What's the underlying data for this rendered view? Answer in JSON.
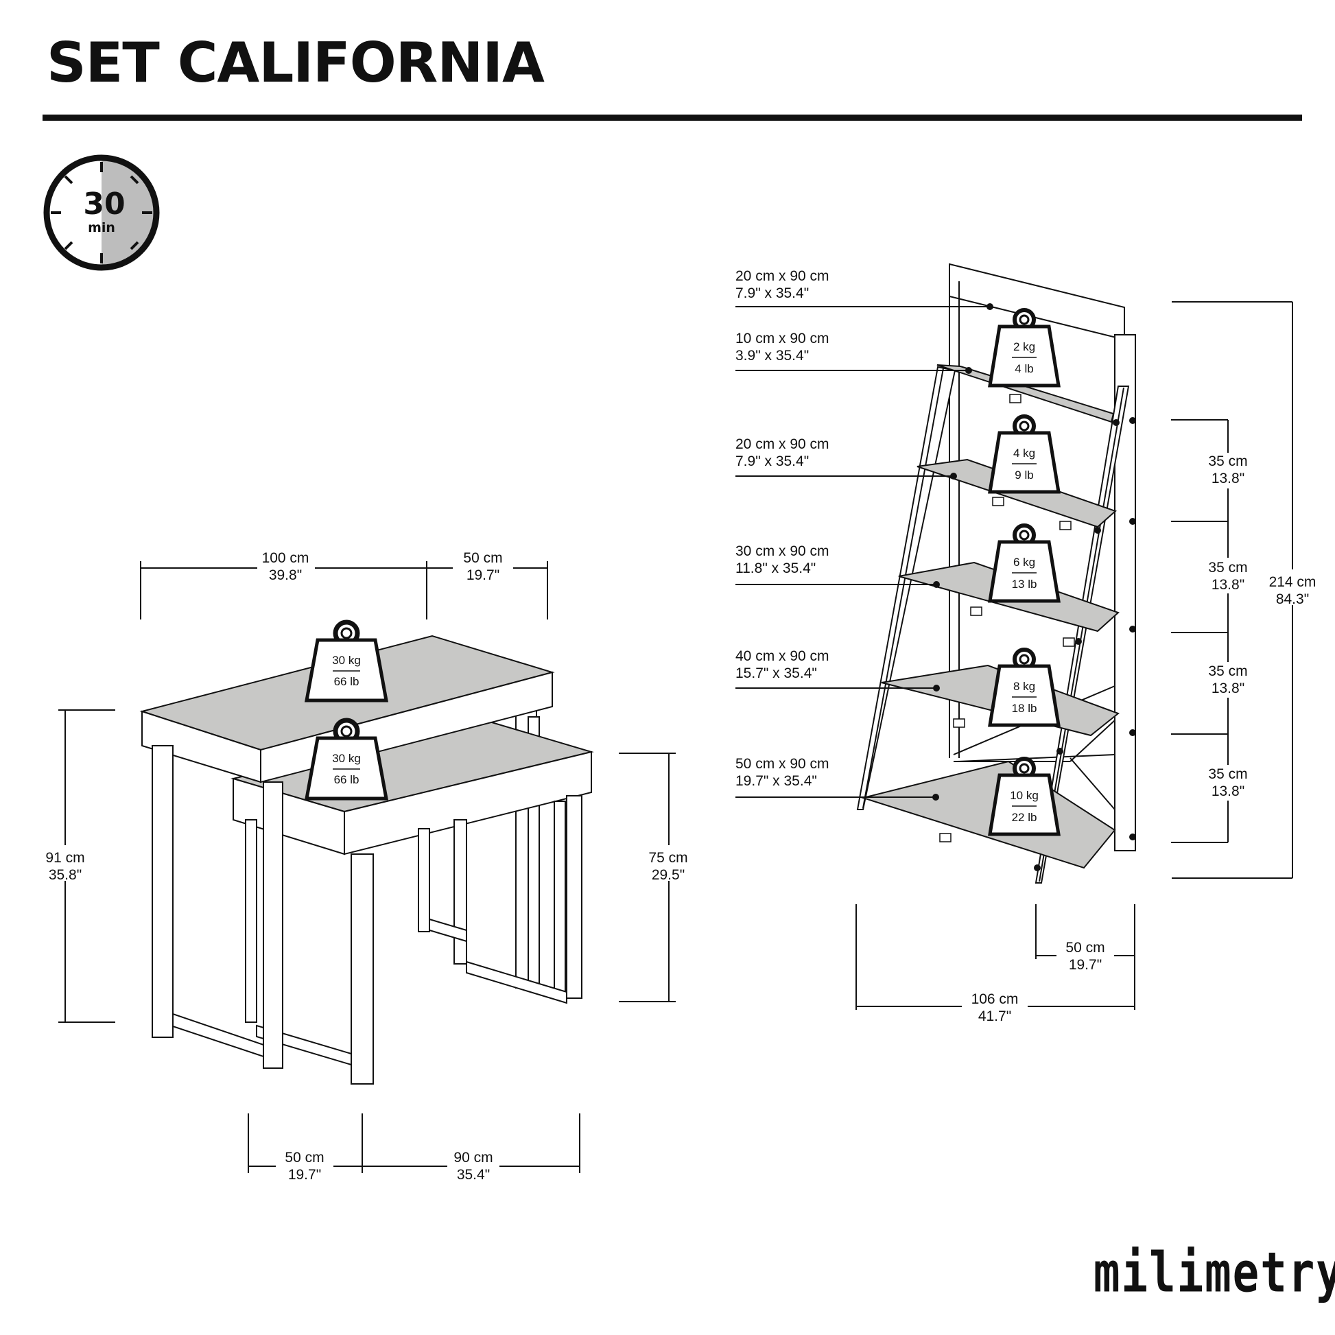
{
  "title": "SET CALIFORNIA",
  "brand": "milimetry",
  "timer": {
    "value": "30",
    "unit": "min",
    "elapsed_fraction": 0.5
  },
  "colors": {
    "ink": "#111111",
    "panel_fill": "#c8c8c6",
    "timer_fill": "#bdbdbd"
  },
  "desks": {
    "weights": [
      {
        "kg": "30 kg",
        "lb": "66 lb"
      },
      {
        "kg": "30 kg",
        "lb": "66 lb"
      }
    ],
    "dims": {
      "large_length": {
        "cm": "100 cm",
        "in": "39.8\""
      },
      "large_depth": {
        "cm": "50 cm",
        "in": "19.7\""
      },
      "large_height": {
        "cm": "91 cm",
        "in": "35.8\""
      },
      "small_height": {
        "cm": "75 cm",
        "in": "29.5\""
      },
      "small_depth": {
        "cm": "50 cm",
        "in": "19.7\""
      },
      "small_length": {
        "cm": "90 cm",
        "in": "35.4\""
      }
    }
  },
  "shelf": {
    "panels": [
      {
        "cm": "20 cm x 90 cm",
        "in": "7.9\" x 35.4\""
      },
      {
        "cm": "10 cm x 90 cm",
        "in": "3.9\" x 35.4\""
      },
      {
        "cm": "20 cm x 90 cm",
        "in": "7.9\" x 35.4\""
      },
      {
        "cm": "30 cm x 90 cm",
        "in": "11.8\" x 35.4\""
      },
      {
        "cm": "40 cm x 90 cm",
        "in": "15.7\" x 35.4\""
      },
      {
        "cm": "50 cm x 90 cm",
        "in": "19.7\" x 35.4\""
      }
    ],
    "weights": [
      {
        "kg": "2 kg",
        "lb": "4 lb"
      },
      {
        "kg": "4 kg",
        "lb": "9 lb"
      },
      {
        "kg": "6 kg",
        "lb": "13 lb"
      },
      {
        "kg": "8 kg",
        "lb": "18 lb"
      },
      {
        "kg": "10 kg",
        "lb": "22 lb"
      }
    ],
    "spacing": [
      {
        "cm": "35 cm",
        "in": "13.8\""
      },
      {
        "cm": "35 cm",
        "in": "13.8\""
      },
      {
        "cm": "35 cm",
        "in": "13.8\""
      },
      {
        "cm": "35 cm",
        "in": "13.8\""
      }
    ],
    "height": {
      "cm": "214 cm",
      "in": "84.3\""
    },
    "depth": {
      "cm": "50 cm",
      "in": "19.7\""
    },
    "width": {
      "cm": "106 cm",
      "in": "41.7\""
    }
  }
}
